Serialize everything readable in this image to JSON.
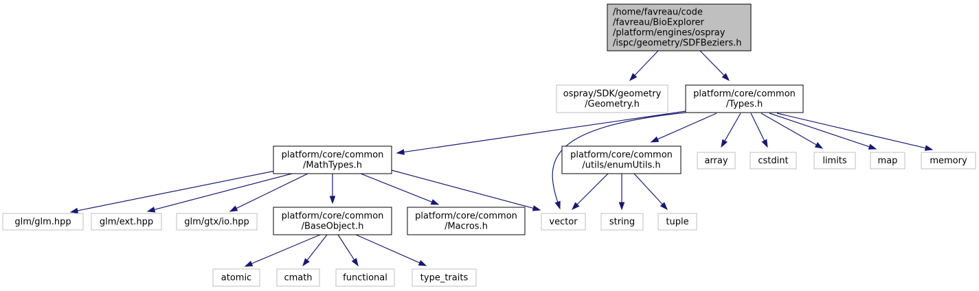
{
  "colors": {
    "edge": "#191970",
    "root_fill": "#bfbfbf",
    "external_border": "#bfbfbf",
    "internal_border": "#000000"
  },
  "nodes": {
    "root": {
      "lines": [
        "/home/favreau/code",
        "/favreau/BioExplorer",
        "/platform/engines/ospray",
        "/ispc/geometry/SDFBeziers.h"
      ]
    },
    "geometry": {
      "lines": [
        "ospray/SDK/geometry",
        "/Geometry.h"
      ]
    },
    "types": {
      "lines": [
        "platform/core/common",
        "/Types.h"
      ]
    },
    "mathtypes": {
      "lines": [
        "platform/core/common",
        "/MathTypes.h"
      ]
    },
    "enumutils": {
      "lines": [
        "platform/core/common",
        "/utils/enumUtils.h"
      ]
    },
    "array": {
      "lines": [
        "array"
      ]
    },
    "cstdint": {
      "lines": [
        "cstdint"
      ]
    },
    "limits": {
      "lines": [
        "limits"
      ]
    },
    "map": {
      "lines": [
        "map"
      ]
    },
    "memory": {
      "lines": [
        "memory"
      ]
    },
    "glm": {
      "lines": [
        "glm/glm.hpp"
      ]
    },
    "glmext": {
      "lines": [
        "glm/ext.hpp"
      ]
    },
    "glmio": {
      "lines": [
        "glm/gtx/io.hpp"
      ]
    },
    "baseobject": {
      "lines": [
        "platform/core/common",
        "/BaseObject.h"
      ]
    },
    "macros": {
      "lines": [
        "platform/core/common",
        "/Macros.h"
      ]
    },
    "vector": {
      "lines": [
        "vector"
      ]
    },
    "string": {
      "lines": [
        "string"
      ]
    },
    "tuple": {
      "lines": [
        "tuple"
      ]
    },
    "atomic": {
      "lines": [
        "atomic"
      ]
    },
    "cmath": {
      "lines": [
        "cmath"
      ]
    },
    "functional": {
      "lines": [
        "functional"
      ]
    },
    "type_traits": {
      "lines": [
        "type_traits"
      ]
    }
  },
  "edges": [
    [
      "root",
      "geometry"
    ],
    [
      "root",
      "types"
    ],
    [
      "types",
      "mathtypes"
    ],
    [
      "types",
      "vector"
    ],
    [
      "types",
      "enumutils"
    ],
    [
      "types",
      "array"
    ],
    [
      "types",
      "cstdint"
    ],
    [
      "types",
      "limits"
    ],
    [
      "types",
      "map"
    ],
    [
      "types",
      "memory"
    ],
    [
      "mathtypes",
      "glm"
    ],
    [
      "mathtypes",
      "glmext"
    ],
    [
      "mathtypes",
      "glmio"
    ],
    [
      "mathtypes",
      "baseobject"
    ],
    [
      "mathtypes",
      "macros"
    ],
    [
      "mathtypes",
      "vector"
    ],
    [
      "enumutils",
      "vector"
    ],
    [
      "enumutils",
      "string"
    ],
    [
      "enumutils",
      "tuple"
    ],
    [
      "baseobject",
      "atomic"
    ],
    [
      "baseobject",
      "cmath"
    ],
    [
      "baseobject",
      "functional"
    ],
    [
      "baseobject",
      "type_traits"
    ]
  ]
}
